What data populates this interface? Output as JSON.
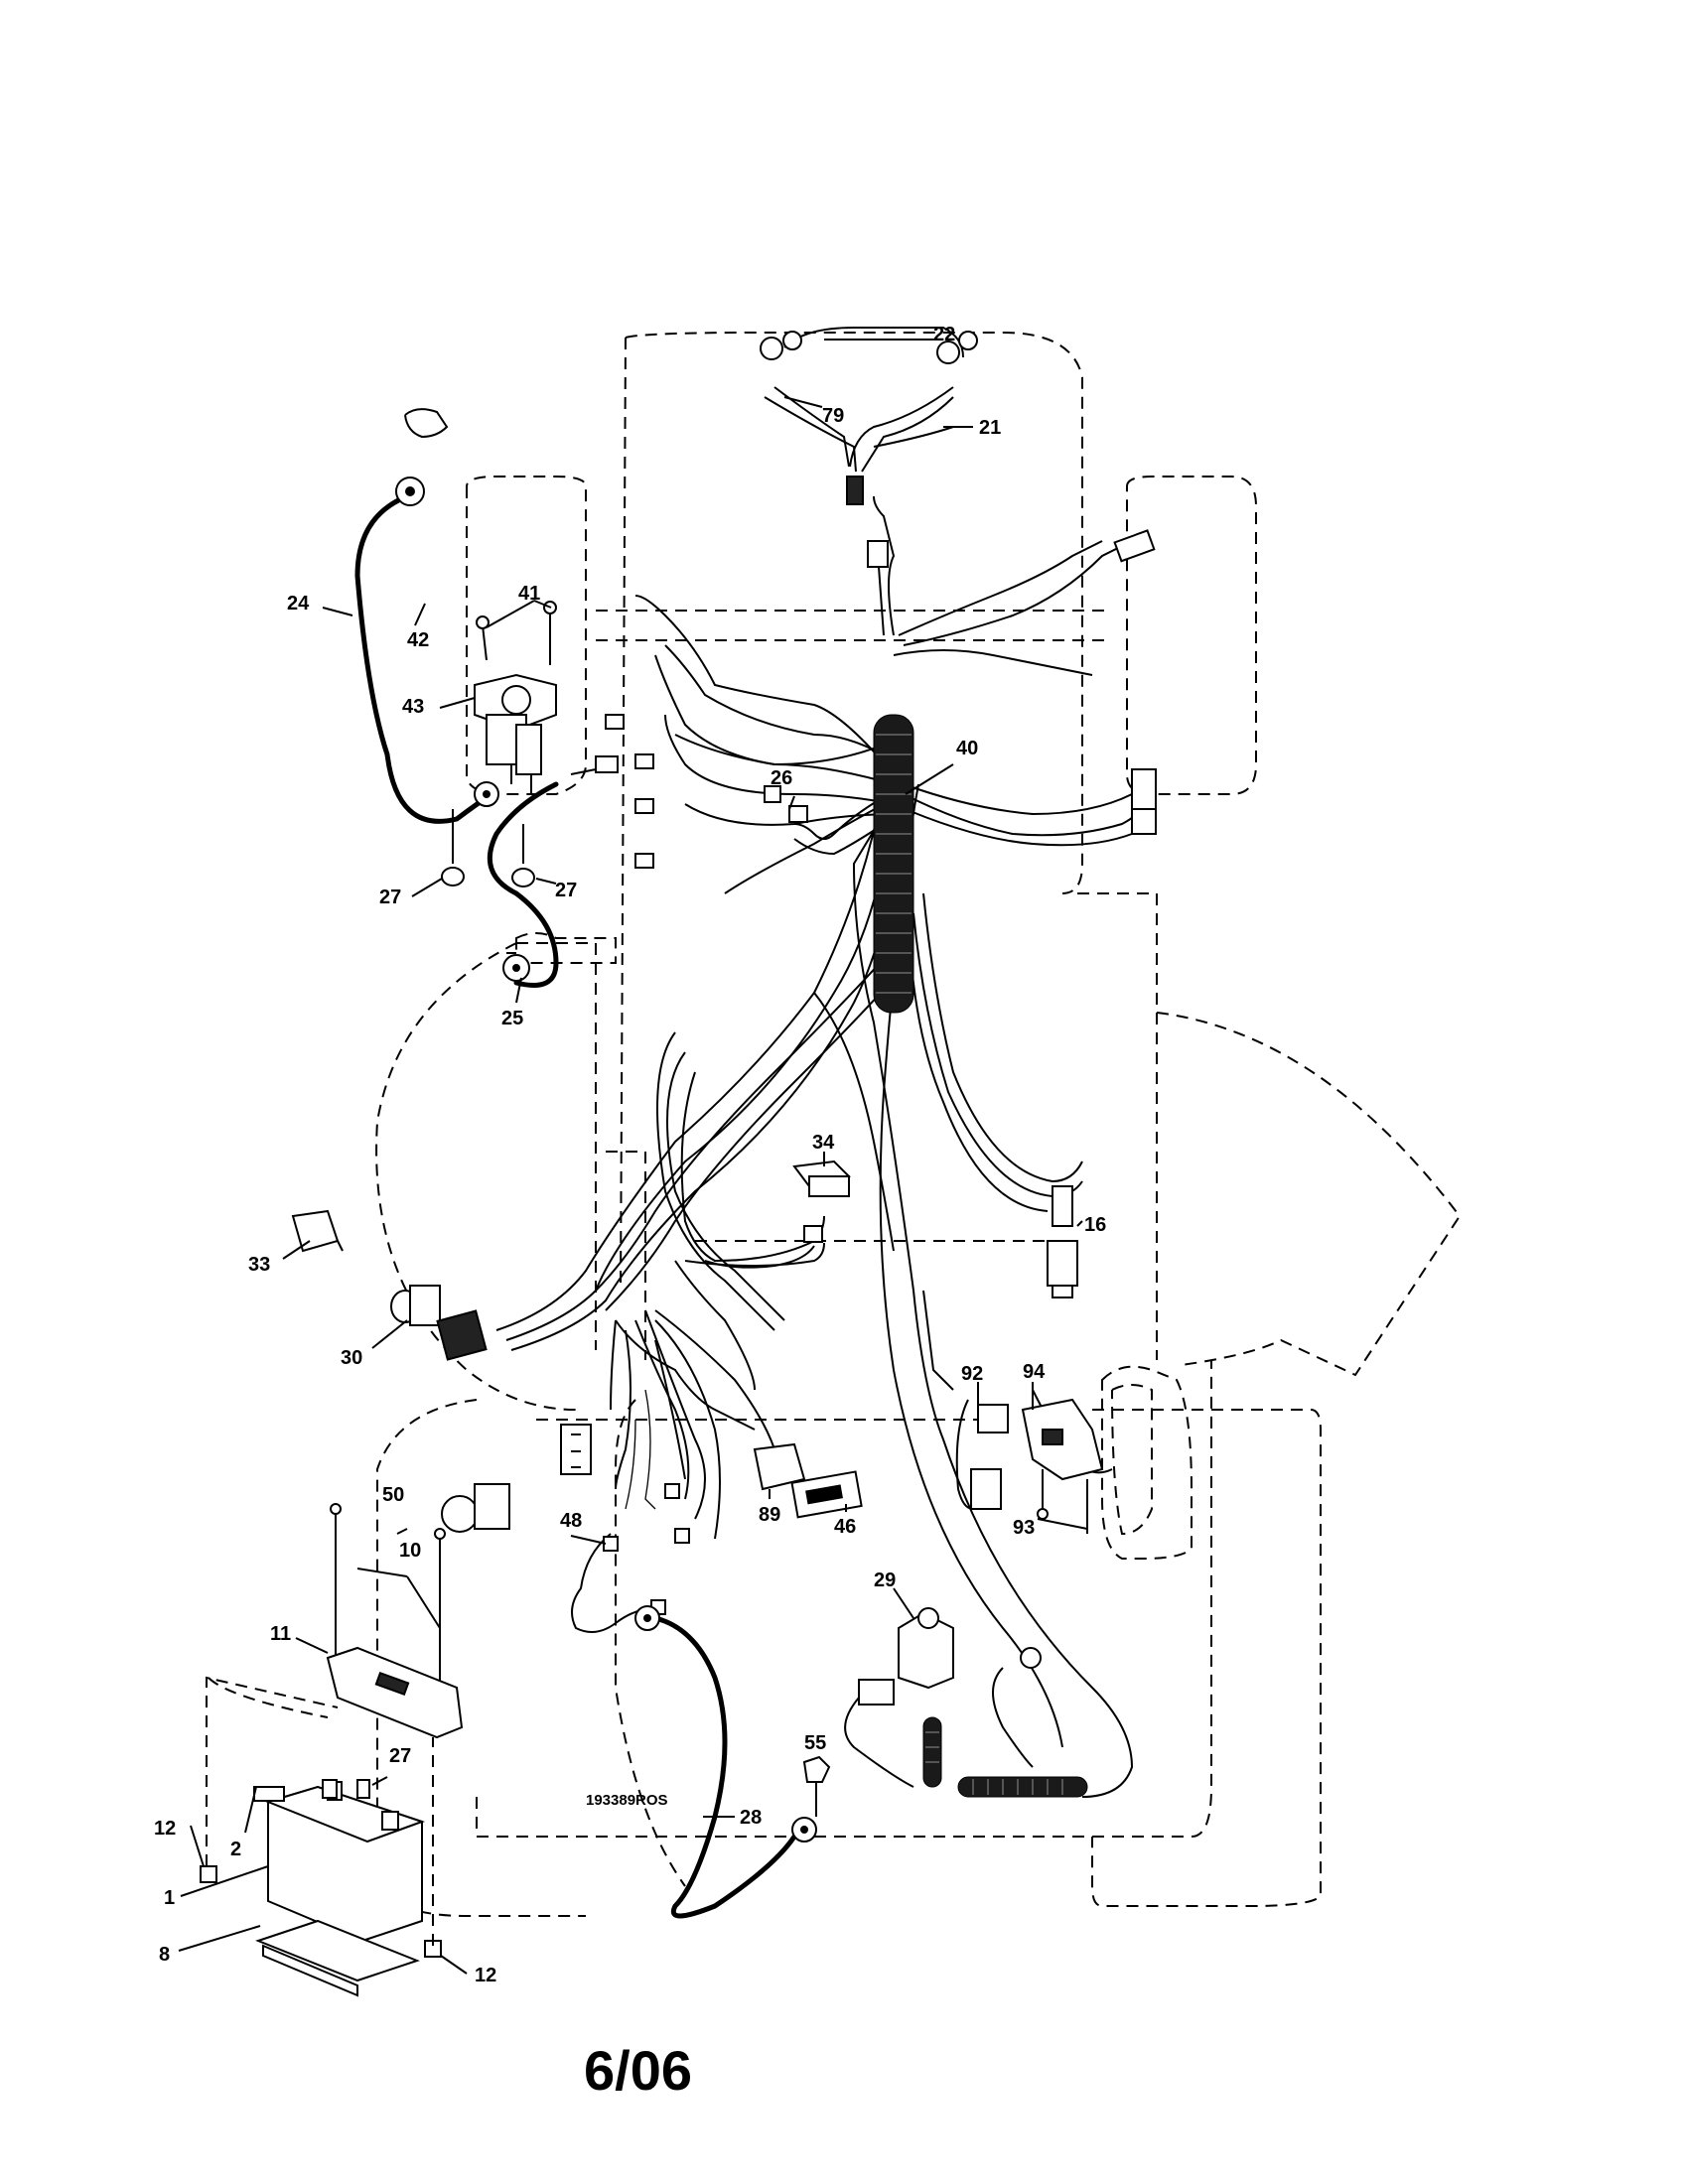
{
  "labels": {
    "p22": "22",
    "p79": "79",
    "p21": "21",
    "p24": "24",
    "p41": "41",
    "p42": "42",
    "p43": "43",
    "p40": "40",
    "p26": "26",
    "p27a": "27",
    "p27b": "27",
    "p25": "25",
    "p34": "34",
    "p16": "16",
    "p33": "33",
    "p30": "30",
    "p92": "92",
    "p94": "94",
    "p50": "50",
    "p10": "10",
    "p48": "48",
    "p89": "89",
    "p46": "46",
    "p93": "93",
    "p11": "11",
    "p29": "29",
    "p27c": "27",
    "p55": "55",
    "p12a": "12",
    "p2": "2",
    "p28": "28",
    "p1": "1",
    "p8": "8",
    "p12b": "12"
  },
  "drawing_code": "193389ROS",
  "page_code": "6/06"
}
